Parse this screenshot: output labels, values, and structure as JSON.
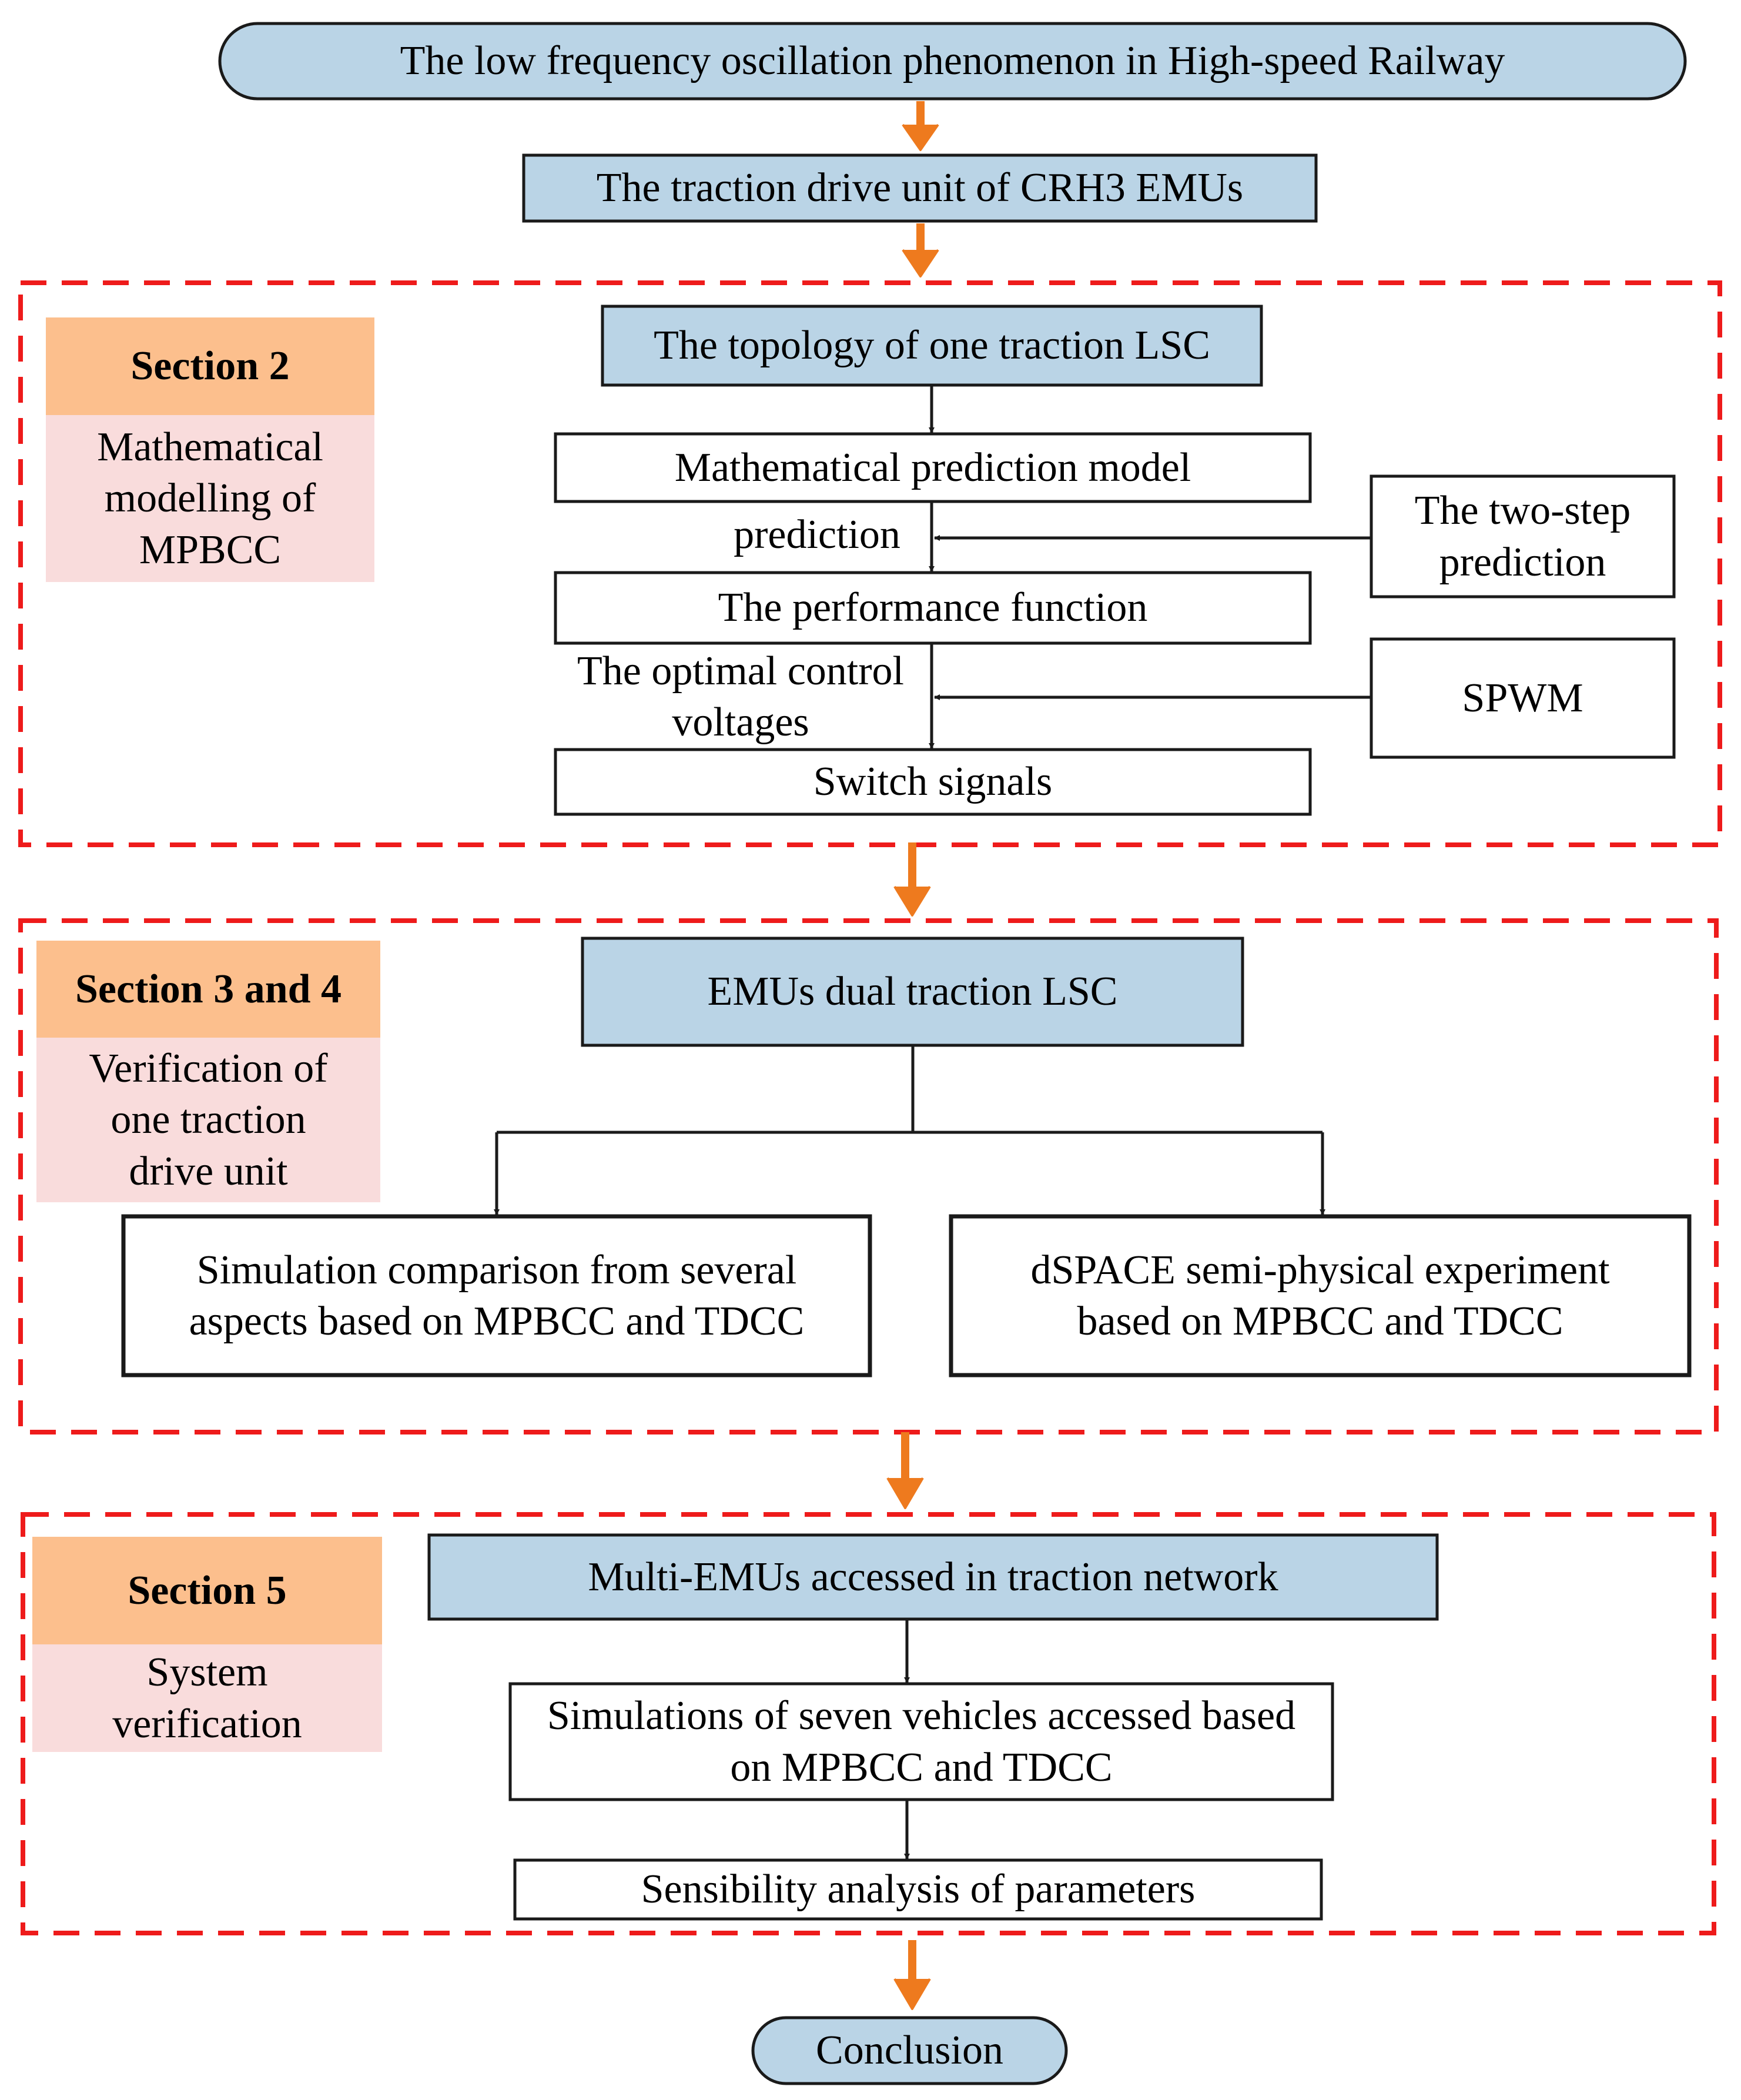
{
  "colors": {
    "blue_box": "#bad4e6",
    "section_header": "#fcbf8d",
    "section_body": "#f9dcdc",
    "dash_border": "#ee1b1b",
    "flow_arrow": "#ee7a1e",
    "line": "#1a1a1a"
  },
  "top": {
    "title": "The low frequency oscillation phenomenon in High-speed Railway",
    "traction_unit": "The traction drive unit of CRH3 EMUs"
  },
  "section2": {
    "heading": "Section 2",
    "description": "Mathematical modelling of MPBCC",
    "topology": "The topology of one traction LSC",
    "prediction_model": "Mathematical prediction model",
    "prediction_label": "prediction",
    "two_step": "The two-step prediction",
    "performance": "The performance function",
    "optimal_label": "The optimal control voltages",
    "spwm": "SPWM",
    "switch_signals": "Switch signals"
  },
  "section34": {
    "heading": "Section 3 and 4",
    "description": "Verification of one traction drive unit",
    "dual_lsc": "EMUs dual traction LSC",
    "simulation": "Simulation comparison  from several aspects based on MPBCC and TDCC",
    "dspace": "dSPACE semi-physical experiment based on MPBCC and TDCC"
  },
  "section5": {
    "heading": "Section 5",
    "description": "System verification",
    "multi_emu": "Multi-EMUs accessed in traction network",
    "seven_vehicles": "Simulations of  seven vehicles accessed based on MPBCC and TDCC",
    "sensibility": "Sensibility analysis of  parameters"
  },
  "conclusion": "Conclusion"
}
